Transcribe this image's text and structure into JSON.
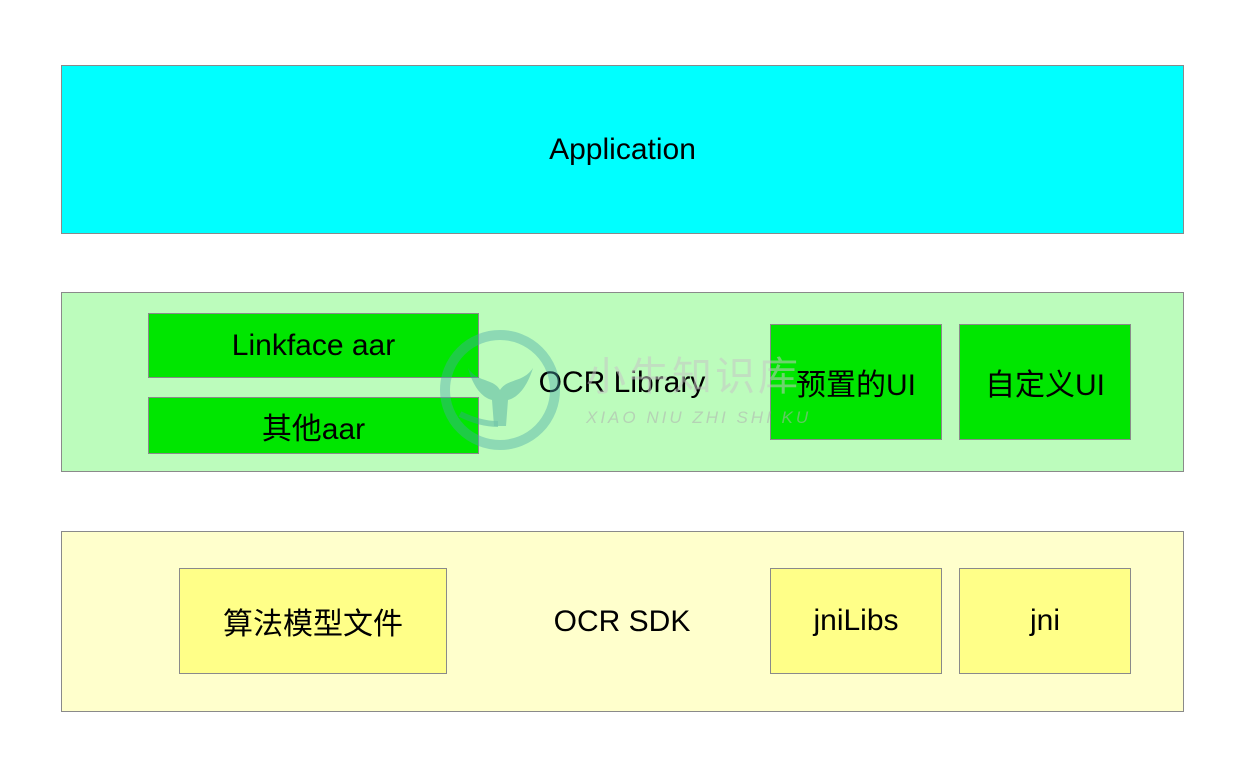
{
  "layers": {
    "application": {
      "label": "Application"
    },
    "library": {
      "label": "OCR Library",
      "items": [
        "Linkface aar",
        "其他aar",
        "预置的UI",
        "自定义UI"
      ]
    },
    "sdk": {
      "label": "OCR SDK",
      "items": [
        "算法模型文件",
        "jniLibs",
        "jni"
      ]
    }
  },
  "watermark": {
    "text_cn": "小牛知识库",
    "text_en": "XIAO NIU ZHI SHI KU"
  },
  "colors": {
    "application": "#00ffff",
    "library": "#bcfcbc",
    "library_item": "#00e600",
    "sdk": "#ffffcc",
    "sdk_item": "#ffff88",
    "border": "#8a8a8a"
  }
}
